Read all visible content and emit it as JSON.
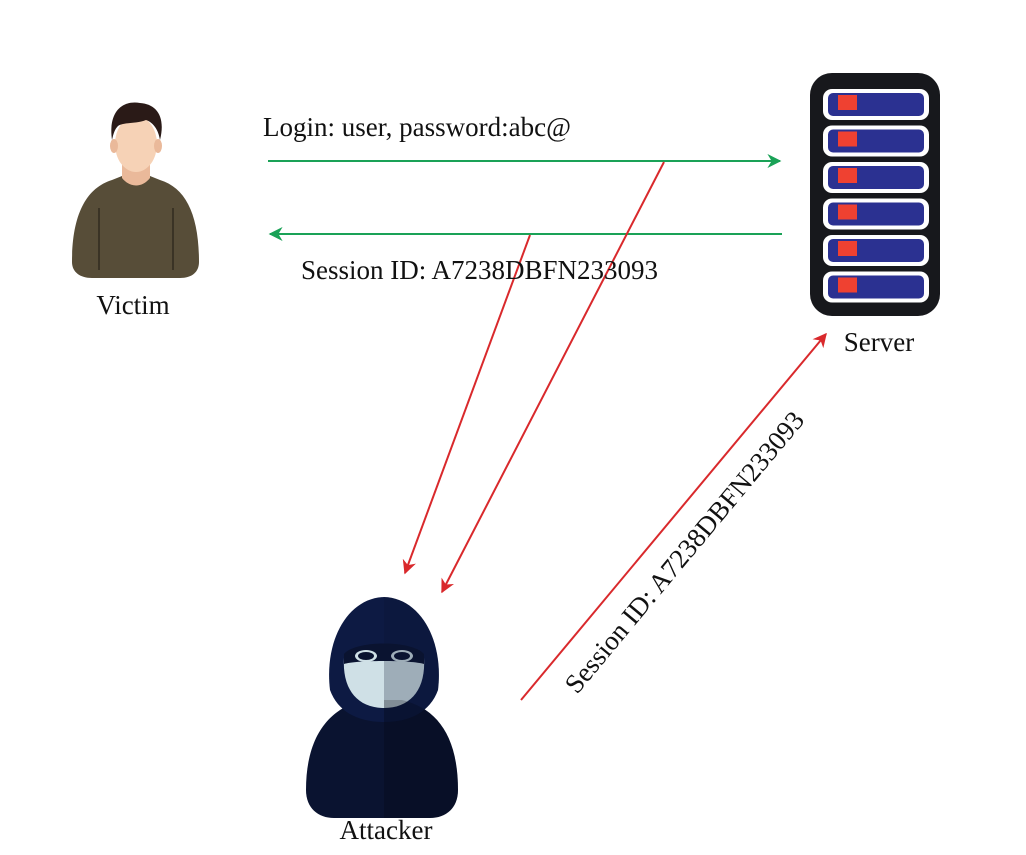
{
  "diagram": {
    "colors": {
      "green_arrow": "#1aa257",
      "red_arrow": "#d9292c",
      "server_body": "#17181c",
      "server_unit": "#2b3191",
      "server_led": "#ef4131",
      "attacker_dark": "#0a1330",
      "attacker_mask": "#cfe0e6",
      "victim_shirt": "#574d38",
      "victim_skin": "#f6d2b6",
      "victim_hair": "#2a1a17"
    },
    "nodes": {
      "victim": {
        "label": "Victim",
        "icon": "person-icon"
      },
      "server": {
        "label": "Server",
        "icon": "server-icon"
      },
      "attacker": {
        "label": "Attacker",
        "icon": "hooded-hacker-icon"
      }
    },
    "edges": {
      "login": {
        "label": "Login: user, password:abc@"
      },
      "session_response": {
        "label": "Session ID: A7238DBFN233093"
      },
      "attacker_to_server": {
        "label": "Session ID: A7238DBFN233093"
      }
    }
  }
}
